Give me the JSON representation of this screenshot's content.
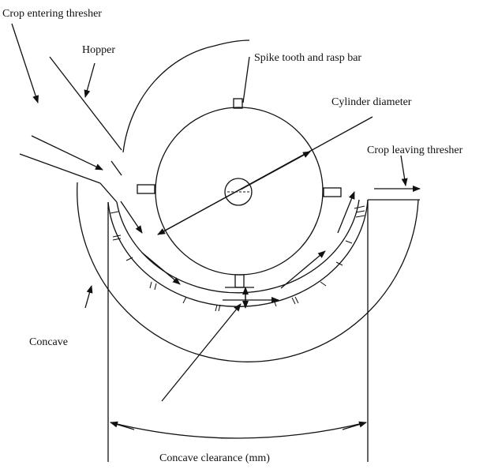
{
  "diagram": {
    "labels": {
      "crop_entering": "Crop entering thresher",
      "hopper": "Hopper",
      "spike_tooth": "Spike tooth and rasp bar",
      "cylinder_diameter": "Cylinder diameter",
      "crop_leaving": "Crop leaving thresher",
      "concave": "Concave",
      "concave_clearance": "Concave clearance (mm)"
    },
    "colors": {
      "ink": "#111111",
      "background": "#ffffff"
    }
  }
}
